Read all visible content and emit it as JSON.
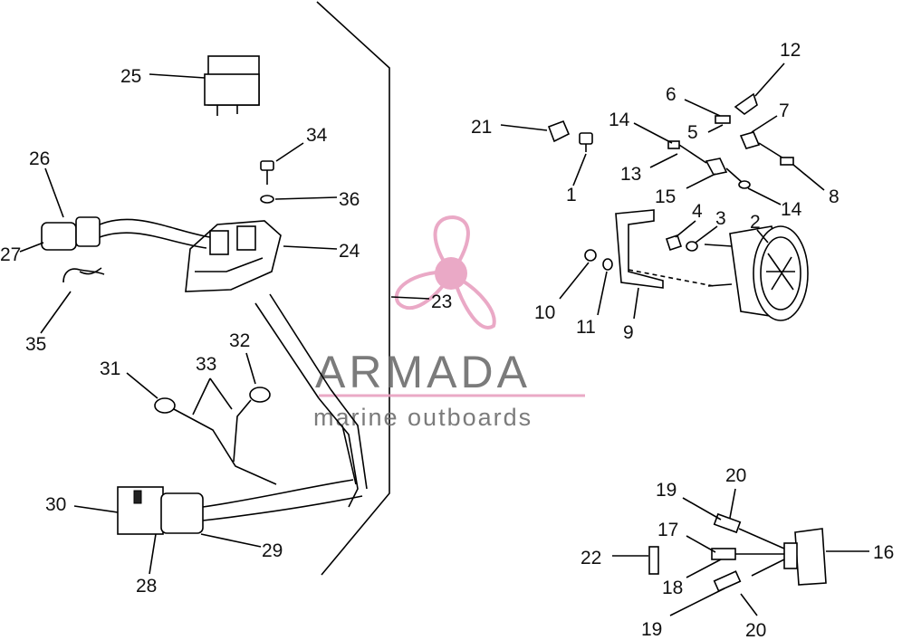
{
  "watermark": {
    "brand": "ARMADA",
    "tagline": "marine outboards",
    "accent_color": "#e8a0c0",
    "text_color": "#6d6d6d"
  },
  "callouts": {
    "c1": "1",
    "c2": "2",
    "c3": "3",
    "c4": "4",
    "c5": "5",
    "c6": "6",
    "c7": "7",
    "c8": "8",
    "c9": "9",
    "c10": "10",
    "c11": "11",
    "c12": "12",
    "c13": "13",
    "c14a": "14",
    "c14b": "14",
    "c15": "15",
    "c16": "16",
    "c17": "17",
    "c18": "18",
    "c19a": "19",
    "c19b": "19",
    "c20a": "20",
    "c20b": "20",
    "c21": "21",
    "c22": "22",
    "c23": "23",
    "c24": "24",
    "c25": "25",
    "c26": "26",
    "c27": "27",
    "c28": "28",
    "c29": "29",
    "c30": "30",
    "c31": "31",
    "c32": "32",
    "c33": "33",
    "c34": "34",
    "c35": "35",
    "c36": "36"
  }
}
